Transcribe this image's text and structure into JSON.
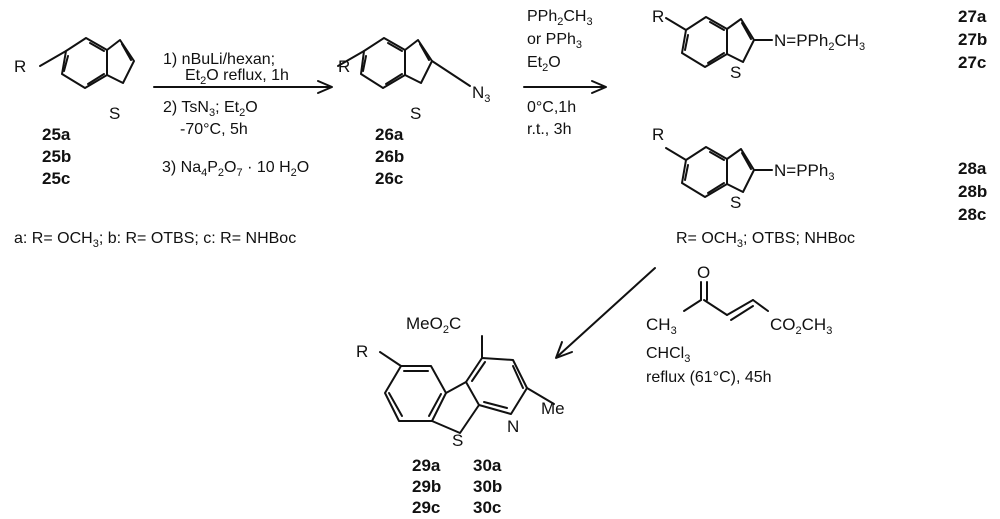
{
  "atoms": {
    "R": "R",
    "S": "S",
    "N": "N",
    "N3_main": "N",
    "N3_sub": "3",
    "imine_27": "N=PPh",
    "imine_27_sub": "2",
    "imine_27_tail": "CH",
    "imine_27_sub2": "3",
    "imine_28": "N=PPh",
    "imine_28_sub": "3",
    "ester_main": "MeO",
    "ester_sub": "2",
    "ester_tail": "C",
    "methyl": "Me",
    "ketone_O": "O",
    "ketone_CH3": "CH",
    "ketone_CH3_sub": "3",
    "ketone_ester": "CO",
    "ketone_ester_sub": "2",
    "ketone_ester_tail": "CH",
    "ketone_ester_sub2": "3"
  },
  "compounds": {
    "c25": [
      "25a",
      "25b",
      "25c"
    ],
    "c26": [
      "26a",
      "26b",
      "26c"
    ],
    "c27": [
      "27a",
      "27b",
      "27c"
    ],
    "c28": [
      "28a",
      "28b",
      "28c"
    ],
    "c29": [
      "29a",
      "29b",
      "29c"
    ],
    "c30": [
      "30a",
      "30b",
      "30c"
    ]
  },
  "step1": {
    "line1": "1) nBuLi/hexan;",
    "line2a": "Et",
    "line2sub": "2",
    "line2b": "O reflux, 1h",
    "line3a": "2) TsN",
    "line3sub": "3",
    "line3b": "; Et",
    "line3sub2": "2",
    "line3c": "O",
    "line4": "-70°C, 5h",
    "line5a": "3) Na",
    "line5sub": "4",
    "line5b": "P",
    "line5sub2": "2",
    "line5c": "O",
    "line5sub3": "7",
    "line5d": " · 10 H",
    "line5sub4": "2",
    "line5e": "O"
  },
  "step2": {
    "line1a": "PPh",
    "line1sub": "2",
    "line1b": "CH",
    "line1sub2": "3",
    "line2a": "or PPh",
    "line2sub": "3",
    "line3a": "Et",
    "line3sub": "2",
    "line3b": "O",
    "line4": "0°C,1h",
    "line5": "r.t., 3h"
  },
  "step3": {
    "line1a": "CHCl",
    "line1sub": "3",
    "line2": "reflux (61°C), 45h"
  },
  "legend_left": {
    "a": "a: R= OCH",
    "a_sub": "3",
    "rest": "; b: R= OTBS; c: R= NHBoc"
  },
  "legend_right": {
    "a": "R= OCH",
    "a_sub": "3",
    "rest": "; OTBS; NHBoc"
  }
}
